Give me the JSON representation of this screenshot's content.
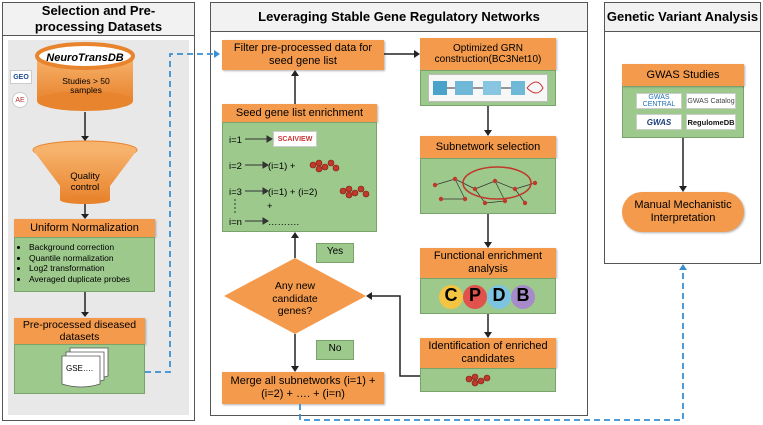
{
  "panels": {
    "left_title": "Selection and Pre-processing Datasets",
    "mid_title": "Leveraging Stable Gene Regulatory Networks",
    "right_title": "Genetic Variant Analysis"
  },
  "left": {
    "db_name": "NeuroTransDB",
    "db_sub": "Studies > 50 samples",
    "geo_logo": "GEO",
    "ae_logo": "AE",
    "qc": "Quality control",
    "norm_title": "Uniform Normalization",
    "norm_items": [
      "Background correction",
      "Quantile normalization",
      "Log2 transformation",
      "Averaged duplicate probes"
    ],
    "pre_title": "Pre-processed diseased datasets",
    "gse": "GSE…."
  },
  "mid": {
    "filter": "Filter pre-processed data for seed gene list",
    "grn_title": "Optimized GRN construction(BC3Net10)",
    "seed_title": "Seed gene list enrichment",
    "seed_rows": [
      "i=1",
      "i=2",
      "(i=1) +",
      "i=3",
      "(i=1) +  (i=2)",
      "+",
      "i=n",
      "………."
    ],
    "sciminer": "SCAIVIEW",
    "subnet": "Subnetwork selection",
    "func": "Functional enrichment analysis",
    "cpdb": [
      "C",
      "P",
      "D",
      "B"
    ],
    "ident": "Identification of enriched candidates",
    "decision": "Any new candidate genes?",
    "yes": "Yes",
    "no": "No",
    "merge": "Merge all subnetworks (i=1) + (i=2) + …. + (i=n)"
  },
  "right": {
    "gwas_title": "GWAS Studies",
    "logos": [
      "GWAS CENTRAL",
      "GWAS Catalog",
      "GWAS",
      "RegulomeDB"
    ],
    "manual": "Manual Mechanistic Interpretation"
  },
  "colors": {
    "orange": "#f39a4c",
    "green": "#9dc98d",
    "dashed_blue": "#3a8fd0"
  }
}
